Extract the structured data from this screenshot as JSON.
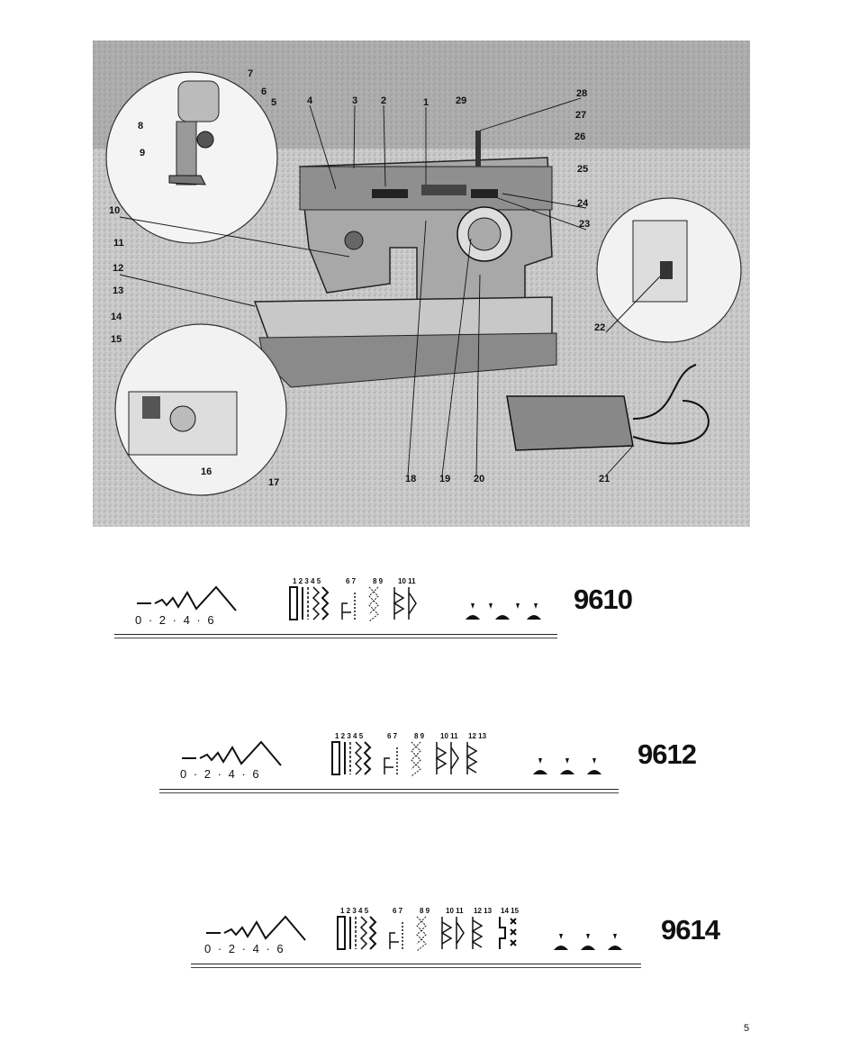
{
  "figure": {
    "callouts": [
      "1",
      "2",
      "3",
      "4",
      "5",
      "6",
      "7",
      "8",
      "9",
      "10",
      "11",
      "12",
      "13",
      "14",
      "15",
      "16",
      "17",
      "18",
      "19",
      "20",
      "21",
      "22",
      "23",
      "24",
      "25",
      "26",
      "27",
      "28",
      "29"
    ]
  },
  "models": [
    {
      "model": "9610",
      "scale": "0 · 2 · 4 · 6",
      "pattern_groups": [
        "1 2 3 4 5",
        "6 7",
        "8 9",
        "10 11"
      ]
    },
    {
      "model": "9612",
      "scale": "0 · 2 · 4 · 6",
      "pattern_groups": [
        "1 2 3 4 5",
        "6 7",
        "8 9",
        "10 11",
        "12 13"
      ]
    },
    {
      "model": "9614",
      "scale": "0 · 2 · 4 · 6",
      "pattern_groups": [
        "1 2 3 4 5",
        "6 7",
        "8 9",
        "10 11",
        "12 13",
        "14 15"
      ]
    }
  ],
  "page_number": "5"
}
